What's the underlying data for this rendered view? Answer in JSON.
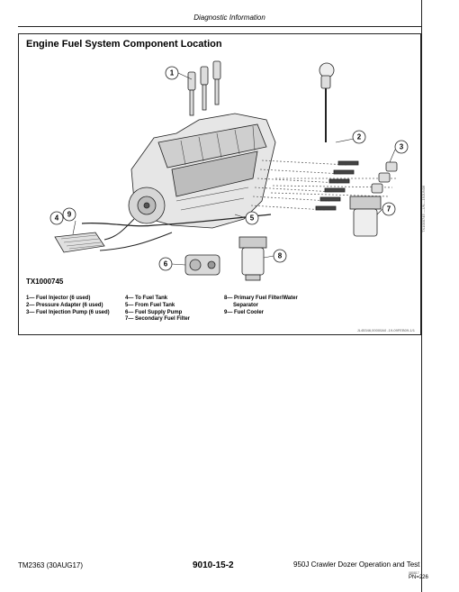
{
  "header": {
    "section": "Diagnostic Information"
  },
  "figure": {
    "title": "Engine Fuel System Component Location",
    "image_code": "TX1000745",
    "side_code": "TX1000745 —UN—19JUN06",
    "ref_code": "JL45346,00000A0 -19-09FEB09-1/1",
    "callouts": [
      "1",
      "2",
      "3",
      "4",
      "5",
      "6",
      "7",
      "8",
      "9"
    ],
    "legend": {
      "col1": [
        "1— Fuel Injector (6 used)",
        "2— Pressure Adapter (6 used)",
        "3— Fuel Injection Pump (6 used)"
      ],
      "col2": [
        "4— To Fuel Tank",
        "5— From Fuel Tank",
        "6— Fuel Supply Pump",
        "7— Secondary Fuel Filter"
      ],
      "col3": [
        "8— Primary Fuel Filter/Water",
        "Separator",
        "9— Fuel Cooler"
      ]
    }
  },
  "footer": {
    "left": "TM2363 (30AUG17)",
    "center": "9010-15-2",
    "right": "950J Crawler Dozer Operation and Test",
    "small": "080817",
    "page": "PN=226"
  }
}
